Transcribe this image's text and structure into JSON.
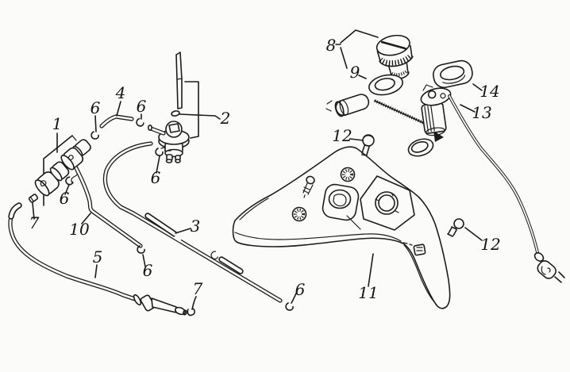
{
  "diagram": {
    "background_color": "#fbfbfa",
    "line_color": "#1c1c1c",
    "label_color": "#141414",
    "callouts": [
      {
        "id": "1",
        "text": "1"
      },
      {
        "id": "2",
        "text": "2"
      },
      {
        "id": "3",
        "text": "3"
      },
      {
        "id": "4",
        "text": "4"
      },
      {
        "id": "5",
        "text": "5"
      },
      {
        "id": "6a",
        "text": "6"
      },
      {
        "id": "6b",
        "text": "6"
      },
      {
        "id": "6c",
        "text": "6"
      },
      {
        "id": "6d",
        "text": "6"
      },
      {
        "id": "6e",
        "text": "6"
      },
      {
        "id": "6f",
        "text": "6"
      },
      {
        "id": "7a",
        "text": "7"
      },
      {
        "id": "7b",
        "text": "7"
      },
      {
        "id": "8",
        "text": "8"
      },
      {
        "id": "9",
        "text": "9"
      },
      {
        "id": "10",
        "text": "10"
      },
      {
        "id": "11",
        "text": "11"
      },
      {
        "id": "12a",
        "text": "12"
      },
      {
        "id": "12b",
        "text": "12"
      },
      {
        "id": "13",
        "text": "13"
      },
      {
        "id": "14",
        "text": "14"
      }
    ]
  }
}
